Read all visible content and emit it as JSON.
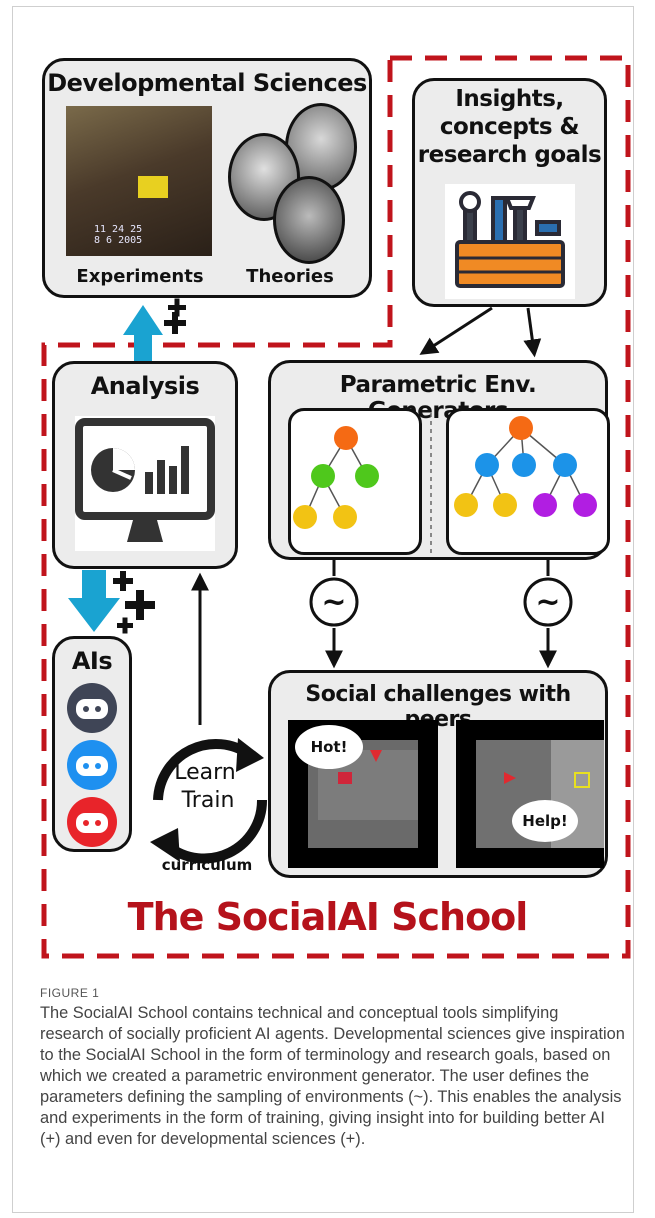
{
  "diagram": {
    "dev_sciences": {
      "title": "Developmental Sciences",
      "experiments_label": "Experiments",
      "theories_label": "Theories",
      "photo_timestamp": "11 24 25\n8 6 2005"
    },
    "insights": {
      "title_line1": "Insights,",
      "title_line2": "concepts &",
      "title_line3": "research goals"
    },
    "analysis": {
      "title": "Analysis"
    },
    "generators": {
      "title": "Parametric Env. Generators"
    },
    "ais": {
      "title": "AIs"
    },
    "loop": {
      "learn": "Learn",
      "train": "Train",
      "curriculum": "curriculum"
    },
    "challenges": {
      "title": "Social challenges with peers",
      "bubble_left": "Hot!",
      "bubble_right": "Help!"
    },
    "sampling_symbol": "~",
    "school_title": "The SocialAI School"
  },
  "caption": {
    "label": "FIGURE 1",
    "text": "The SocialAI School contains technical and conceptual tools simplifying research of socially proficient AI agents. Developmental sciences give inspiration to the SocialAI School in the form of terminology and research goals, based on which we created a parametric environment generator. The user defines the parameters defining the sampling of environments (~). This enables the analysis and experiments in the form of training, giving insight into for building better AI (+) and even for developmental sciences (+)."
  },
  "colors": {
    "dashed_border": "#c0141c",
    "title_red": "#b5121b",
    "blue_arrow": "#1aa3d1",
    "tree_orange": "#f56a14",
    "tree_green": "#4fc81c",
    "tree_yellow": "#f2c314",
    "tree_blue": "#1c93e8",
    "tree_purple": "#b11ee2"
  }
}
